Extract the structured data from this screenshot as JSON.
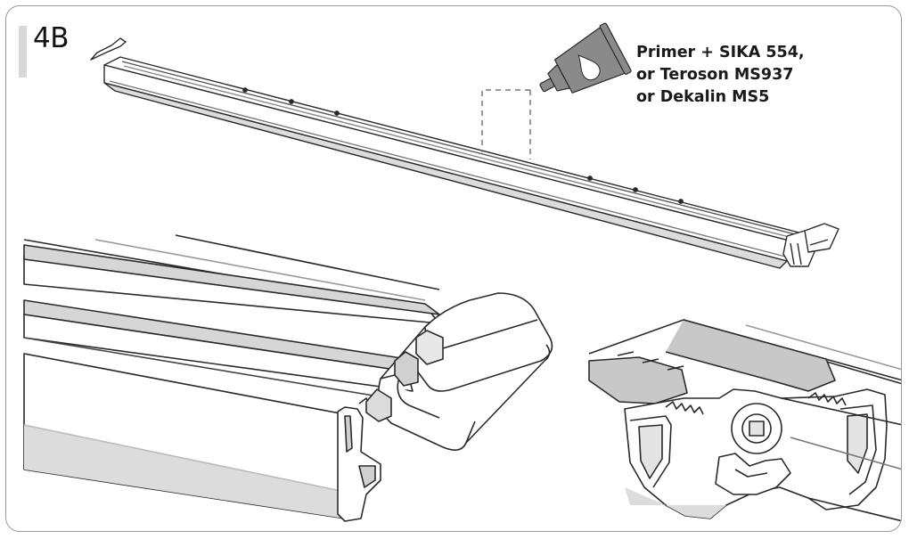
{
  "step": {
    "label": "4B"
  },
  "adhesive_note": {
    "lines": [
      "Primer + SIKA 554,",
      "or Teroson MS937",
      "or Dekalin MS5"
    ]
  },
  "icons": {
    "tube": "adhesive-tube-icon",
    "drop": "adhesive-drop-icon"
  },
  "colors": {
    "frame": "#9a9a9a",
    "line": "#2a2a2a",
    "shade": "#d9d9d9",
    "seal": "#c8c8c8"
  }
}
